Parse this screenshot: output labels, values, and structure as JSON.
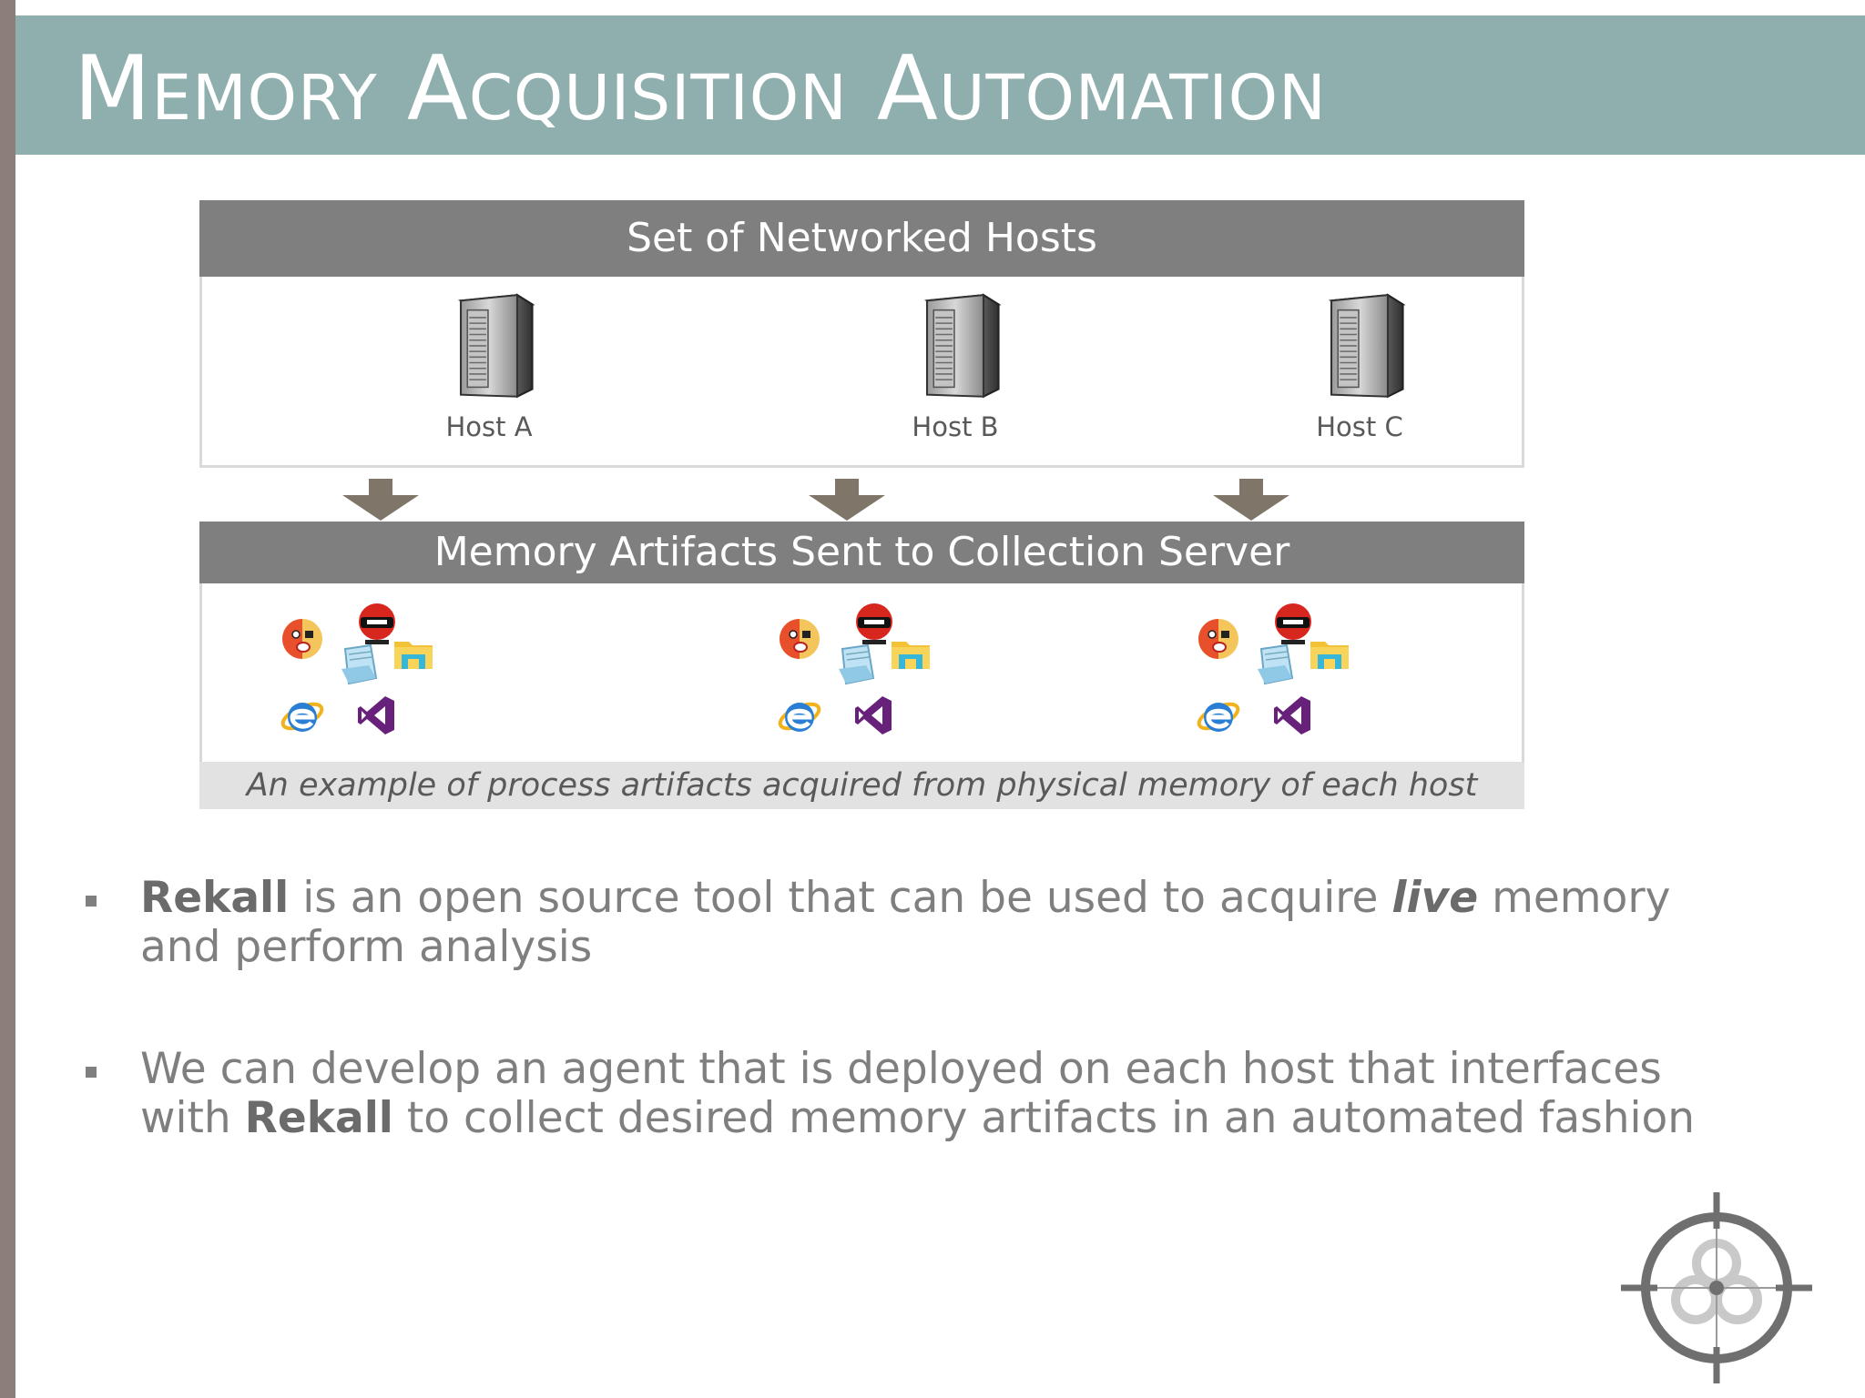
{
  "title": "Memory Acquisition Automation",
  "hosts_panel": {
    "header": "Set of Networked Hosts",
    "hosts": [
      {
        "label": "Host A",
        "icon": "server-icon"
      },
      {
        "label": "Host B",
        "icon": "server-icon"
      },
      {
        "label": "Host C",
        "icon": "server-icon"
      }
    ]
  },
  "arrow_icon": "down-arrow-icon",
  "artifacts_panel": {
    "header": "Memory Artifacts Sent to Collection Server",
    "artifact_icons": [
      "shocked-smiley-icon",
      "ninja-icon",
      "file-explorer-icon",
      "notepad-icon",
      "internet-explorer-icon",
      "visual-studio-icon"
    ],
    "caption": "An example of process artifacts acquired from physical memory of each host"
  },
  "bullets": [
    {
      "bold1": "Rekall",
      "text1": " is an open source tool that can be used to acquire ",
      "emph": "live",
      "text2": " memory",
      "line2": "and perform analysis"
    },
    {
      "text1": "We can develop an agent that is deployed on each host that interfaces",
      "text2": "with ",
      "bold1": "Rekall",
      "text3": " to collect desired memory artifacts in an automated fashion"
    }
  ],
  "logo_icon": "biohazard-crosshair-icon",
  "colors": {
    "title_band": "#8faeae",
    "left_bar": "#8c7f79",
    "panel_header": "#7f7f7f",
    "caption_bg": "#e2e2e2",
    "arrow": "#7f7568",
    "body_text": "#7f7f7f"
  }
}
